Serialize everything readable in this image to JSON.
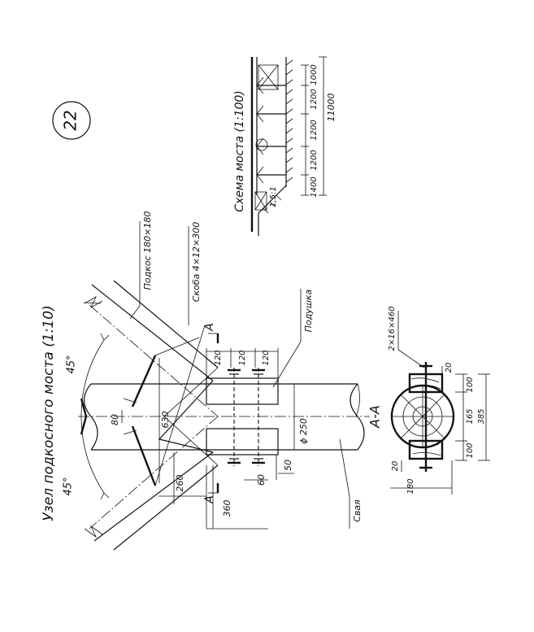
{
  "sheet_number": "22",
  "main_title": "Узел подкосного моста (1:10)",
  "scheme_title": "Схема моста (1:100)",
  "section_title": "А-А",
  "section_mark": "А",
  "labels": {
    "brace": "Подкос 180×180",
    "staple": "Скоба 4×12×300",
    "cushion": "Подушка",
    "pile": "Свая",
    "bolt": "2×16×460",
    "slope": "1,5:1"
  },
  "dimensions": {
    "angle_left": "45°",
    "angle_right": "45°",
    "d80": "80",
    "d630": "630",
    "d260": "260",
    "d360": "360",
    "d50": "50",
    "d60": "60",
    "d120a": "120",
    "d120b": "120",
    "d120c": "120",
    "diameter": "ϕ 250",
    "s20a": "20",
    "s20b": "20",
    "s100a": "100",
    "s165": "165",
    "s100b": "100",
    "s385": "385",
    "s180": "180"
  },
  "scheme_dims": {
    "spans": [
      "1400",
      "1200",
      "1200",
      "1200",
      "1000"
    ],
    "total": "11000"
  }
}
